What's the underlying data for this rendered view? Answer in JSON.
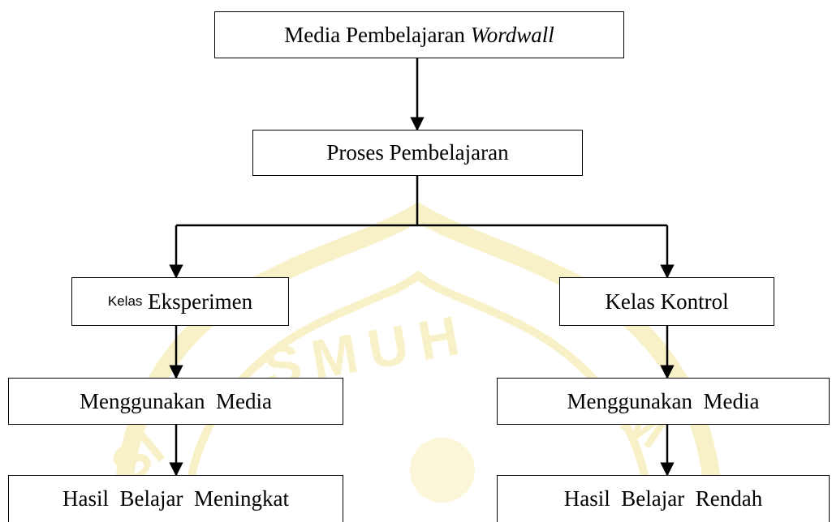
{
  "watermark": {
    "text_arc": "SMUH",
    "text_left": "SI",
    "text_right": "IM",
    "color": "#f3e79a"
  },
  "nodes": {
    "media": {
      "text": "Media Pembelajaran ",
      "italic": "Wordwall"
    },
    "proses": {
      "text": "Proses Pembelajaran"
    },
    "eksperimen": {
      "small": "Kelas",
      "text": " Eksperimen"
    },
    "kontrol": {
      "text": "Kelas Kontrol"
    },
    "media_left": {
      "text": "Menggunakan  Media"
    },
    "media_right": {
      "text": "Menggunakan  Media"
    },
    "hasil_left": {
      "text": "Hasil  Belajar  Meningkat"
    },
    "hasil_right": {
      "text": "Hasil  Belajar  Rendah"
    }
  },
  "colors": {
    "line": "#000000",
    "box_border": "#000000",
    "box_fill": "#ffffff"
  }
}
